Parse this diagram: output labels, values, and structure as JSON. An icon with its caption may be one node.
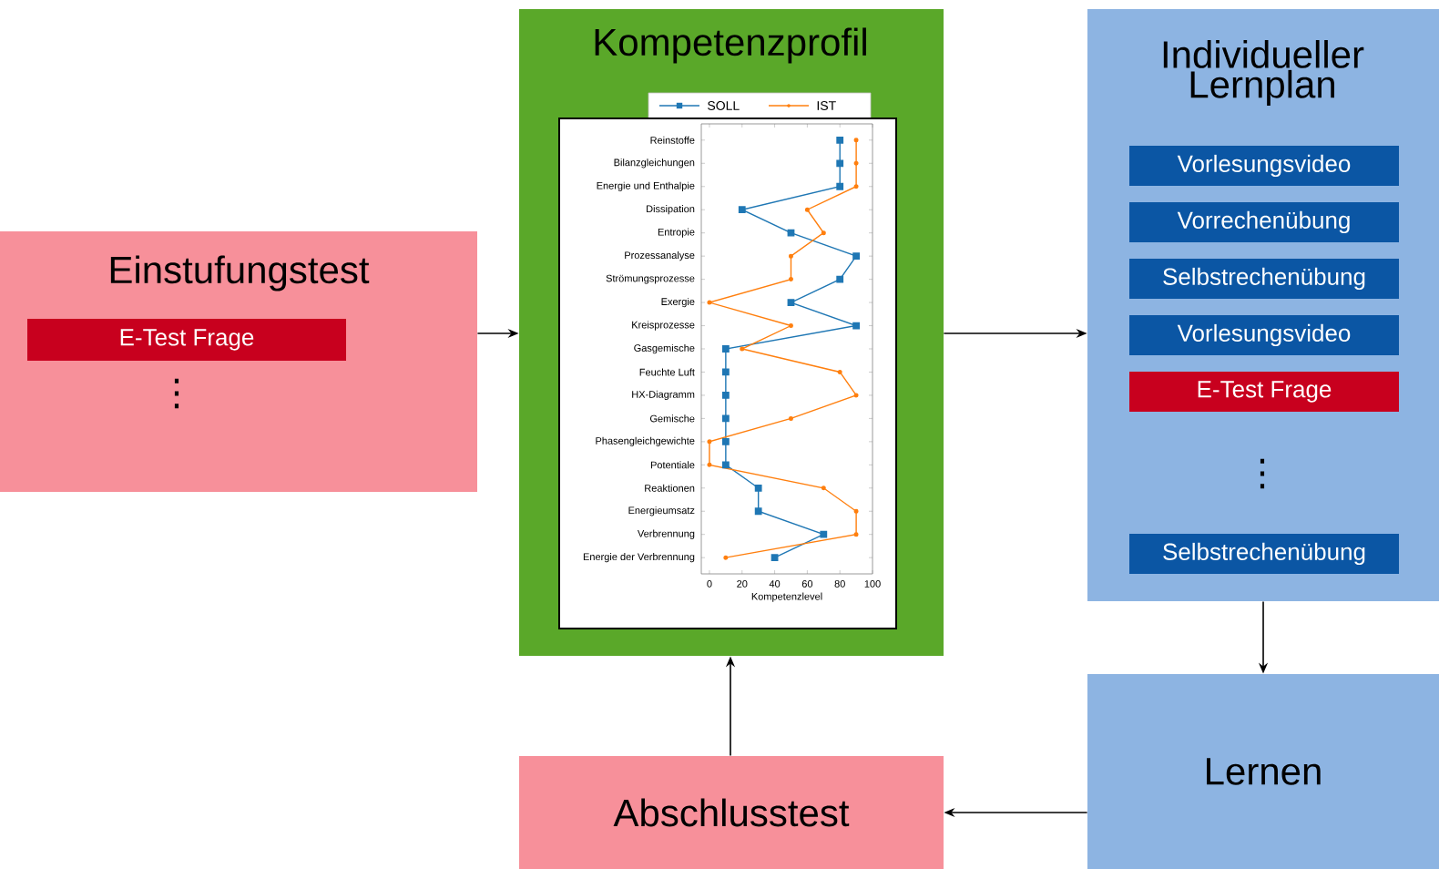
{
  "diagram": {
    "nodes": [
      {
        "text": [
          "Einstufungstest",
          "⋮"
        ]
      },
      {
        "text": [
          "E-Test Frage"
        ],
        "in": 0
      },
      {
        "text": [
          "Kompetenzprofil"
        ]
      },
      {
        "text": [
          "Individueller Lernplan",
          "⋮"
        ]
      },
      {
        "text": [
          "Vorlesungsvideo"
        ],
        "in": 3
      },
      {
        "text": [
          "Vorrechenübung"
        ],
        "in": 3
      },
      {
        "text": [
          "Selbstrechenübung"
        ],
        "in": 3
      },
      {
        "text": [
          "Vorlesungsvideo"
        ],
        "in": 3
      },
      {
        "text": [
          "E-Test Frage"
        ],
        "in": 3
      },
      {
        "text": [
          "Selbstrechenübung"
        ],
        "in": 3
      },
      {
        "text": [
          "Lernen"
        ]
      },
      {
        "text": [
          "Abschlusstest"
        ]
      }
    ],
    "edges": [
      {
        "from": 0,
        "to": 2,
        "arrow": "to"
      },
      {
        "from": 2,
        "to": 3,
        "arrow": "to"
      },
      {
        "from": 3,
        "to": 10,
        "arrow": "to"
      },
      {
        "from": 10,
        "to": 11,
        "arrow": "to"
      },
      {
        "from": 11,
        "to": 2,
        "arrow": "to"
      }
    ],
    "chart_data": {
      "type": "line",
      "orientation": "horizontal",
      "legend": "top",
      "xlabel": "Kompetenzlevel",
      "xlim": [
        -5,
        100
      ],
      "xticks": [
        0,
        20,
        40,
        60,
        80,
        100
      ],
      "categories": [
        "Reinstoffe",
        "Bilanzgleichungen",
        "Energie und Enthalpie",
        "Dissipation",
        "Entropie",
        "Prozessanalyse",
        "Strömungsprozesse",
        "Exergie",
        "Kreisprozesse",
        "Gasgemische",
        "Feuchte Luft",
        "HX-Diagramm",
        "Gemische",
        "Phasengleichgewichte",
        "Potentiale",
        "Reaktionen",
        "Energieumsatz",
        "Verbrennung",
        "Energie der Verbrennung"
      ],
      "series": [
        {
          "name": "SOLL",
          "color": "#1f77b4",
          "marker": "square",
          "values": [
            80,
            80,
            80,
            20,
            50,
            90,
            80,
            50,
            90,
            10,
            10,
            10,
            10,
            10,
            10,
            30,
            30,
            70,
            40
          ]
        },
        {
          "name": "IST",
          "color": "#ff7f0e",
          "marker": "circle",
          "values": [
            90,
            90,
            90,
            60,
            70,
            50,
            50,
            0,
            50,
            20,
            80,
            90,
            50,
            0,
            0,
            70,
            90,
            90,
            10
          ]
        }
      ]
    }
  }
}
